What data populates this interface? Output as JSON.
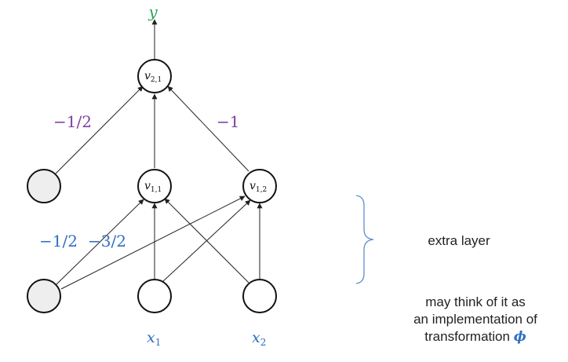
{
  "diagram": {
    "output_label": "y",
    "nodes": {
      "v21": {
        "base": "v",
        "sub": "2,1"
      },
      "v11": {
        "base": "v",
        "sub": "1,1"
      },
      "v12": {
        "base": "v",
        "sub": "1,2"
      }
    },
    "input_labels": {
      "x1": {
        "base": "x",
        "sub": "1"
      },
      "x2": {
        "base": "x",
        "sub": "2"
      }
    },
    "weights": {
      "top_left": "−1/2",
      "top_right": "−1",
      "bottom_left": "−1/2",
      "bottom_right": "−3/2"
    },
    "annotations": {
      "extra_layer": "extra layer",
      "think_line1": "may think of it as",
      "think_line2": "an implementation of",
      "think_line3": "transformation",
      "phi": "ϕ"
    },
    "colors": {
      "output": "#2ea55a",
      "top_weights": "#7b3fa0",
      "bottom_weights": "#2e6fc2",
      "input_labels": "#2e6fc2",
      "phi": "#2e6fc2",
      "bias_fill": "#eeeeee",
      "brace": "#5b8fd0"
    }
  }
}
